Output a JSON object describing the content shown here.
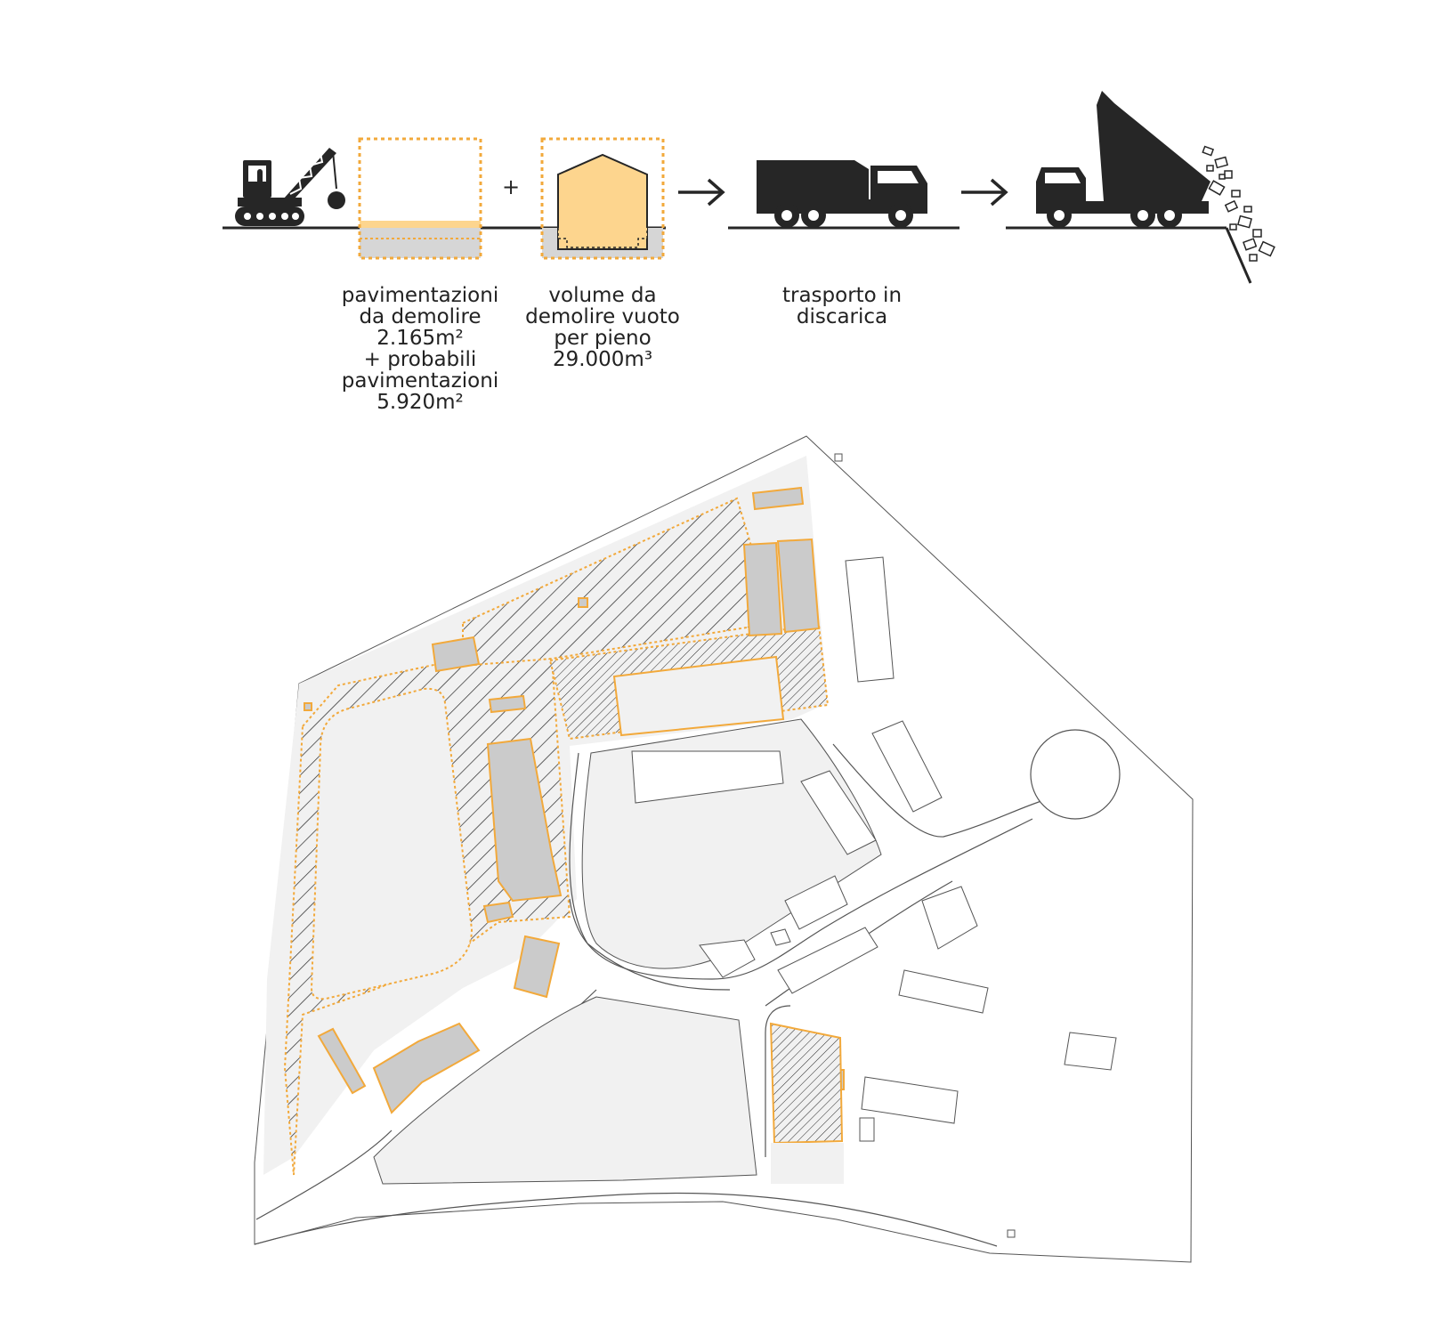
{
  "steps": [
    {
      "id": "pavimentazioni",
      "caption_lines": [
        "pavimentazioni",
        "da demolire",
        "2.165m²",
        "+ probabili",
        "pavimentazioni",
        "5.920m²"
      ]
    },
    {
      "id": "volume",
      "caption_lines": [
        "volume da",
        "demolire vuoto",
        "per pieno",
        "29.000m³"
      ]
    },
    {
      "id": "trasporto",
      "caption_lines": [
        "trasporto in",
        "discarica"
      ]
    }
  ],
  "operators": {
    "plus": "+"
  },
  "colors": {
    "accent_orange": "#F2A93B",
    "fill_yellow": "#FDD58E",
    "ground_grey": "#D6D6D6",
    "building_grey": "#CBCBCB",
    "site_grey": "#F1F1F1",
    "ink": "#262626"
  },
  "icons": [
    "crane-excavator-icon",
    "dump-truck-icon",
    "tipping-truck-icon",
    "arrow-right-icon"
  ]
}
